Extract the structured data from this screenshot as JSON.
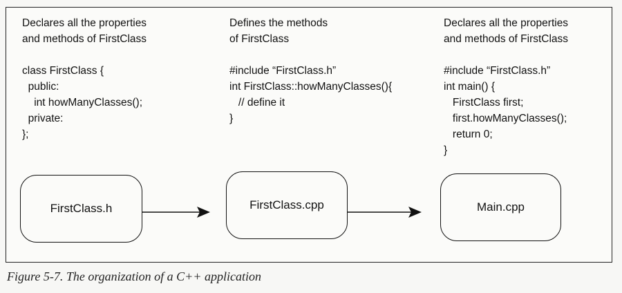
{
  "columns": [
    {
      "heading": [
        "Declares all the properties",
        "and methods of FirstClass"
      ],
      "code": [
        "class FirstClass {",
        "  public:",
        "    int howManyClasses();",
        "  private:",
        "};"
      ]
    },
    {
      "heading": [
        "Defines the methods",
        "of FirstClass"
      ],
      "code": [
        "#include “FirstClass.h”",
        "int FirstClass::howManyClasses(){",
        "   // define it",
        "}"
      ]
    },
    {
      "heading": [
        "Declares all the properties",
        "and methods of FirstClass"
      ],
      "code": [
        "#include “FirstClass.h”",
        "int main() {",
        "   FirstClass first;",
        "   first.howManyClasses();",
        "   return 0;",
        "}"
      ]
    }
  ],
  "boxes": [
    "FirstClass.h",
    "FirstClass.cpp",
    "Main.cpp"
  ],
  "caption": "Figure 5-7. The organization of a C++ application"
}
